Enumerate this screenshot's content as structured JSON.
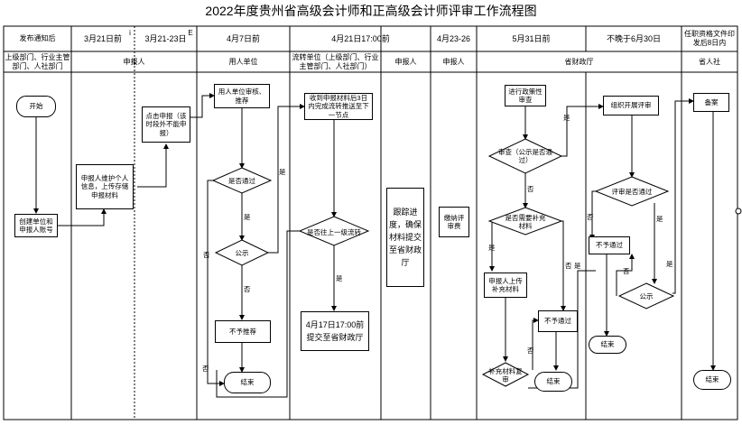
{
  "title": "2022年度贵州省高级会计师和正高级会计师评审工作流程图",
  "header": {
    "dates": [
      "发布通知后",
      "3月21日前",
      "3月21-23日",
      "4月7日前",
      "4月21日17:00前",
      "4月23-26",
      "5月31日前",
      "不晚于6月30日",
      "任职资格文件印发后8日内"
    ],
    "date_marks": [
      "i",
      "E"
    ],
    "roles": [
      "上级部门、行业主管部门、人社部门",
      "申报人",
      "用人单位",
      "流转单位（上级部门、行业主管部门、人社部门）",
      "申报人",
      "申报人",
      "省财政厅",
      "省人社"
    ]
  },
  "nodes": {
    "start": "开始",
    "create_account": "创建单位和申报人账号",
    "maintain_info": "申报人维护个人信息，上传存储申报材料",
    "click_apply": "点击申报（该时段外不能申报）",
    "unit_review": "用人单位审核、推荐",
    "pass_q1": "是否通过",
    "publicize": "公示",
    "not_recommend": "不予推荐",
    "end1": "结束",
    "receive_material": "收到申报材料后3日内完成流转推送至下一节点",
    "transfer_q": "是否往上一级流转",
    "submit_finance": "4月17日17:00前提交至省财政厅",
    "track": "跟踪进度，确保材料提交至省财政厅",
    "pay_fee": "缴纳评审费",
    "qual_review": "进行政策性审查",
    "review_pass_q": "审查（公示是否通过）",
    "need_supplement_q": "是否需要补充材料",
    "upload_supplement": "申报人上传补充材料",
    "supplement_review": "补充材料复审",
    "not_pass1": "不予通过",
    "end2": "结束",
    "organize": "组织开展评审",
    "review_pass2_q": "评审是否通过",
    "not_pass2": "不予通过",
    "publicize2": "公示",
    "end3": "结束",
    "record": "备案",
    "end4": "结束"
  },
  "labels": {
    "yes": "是",
    "no": "否"
  }
}
